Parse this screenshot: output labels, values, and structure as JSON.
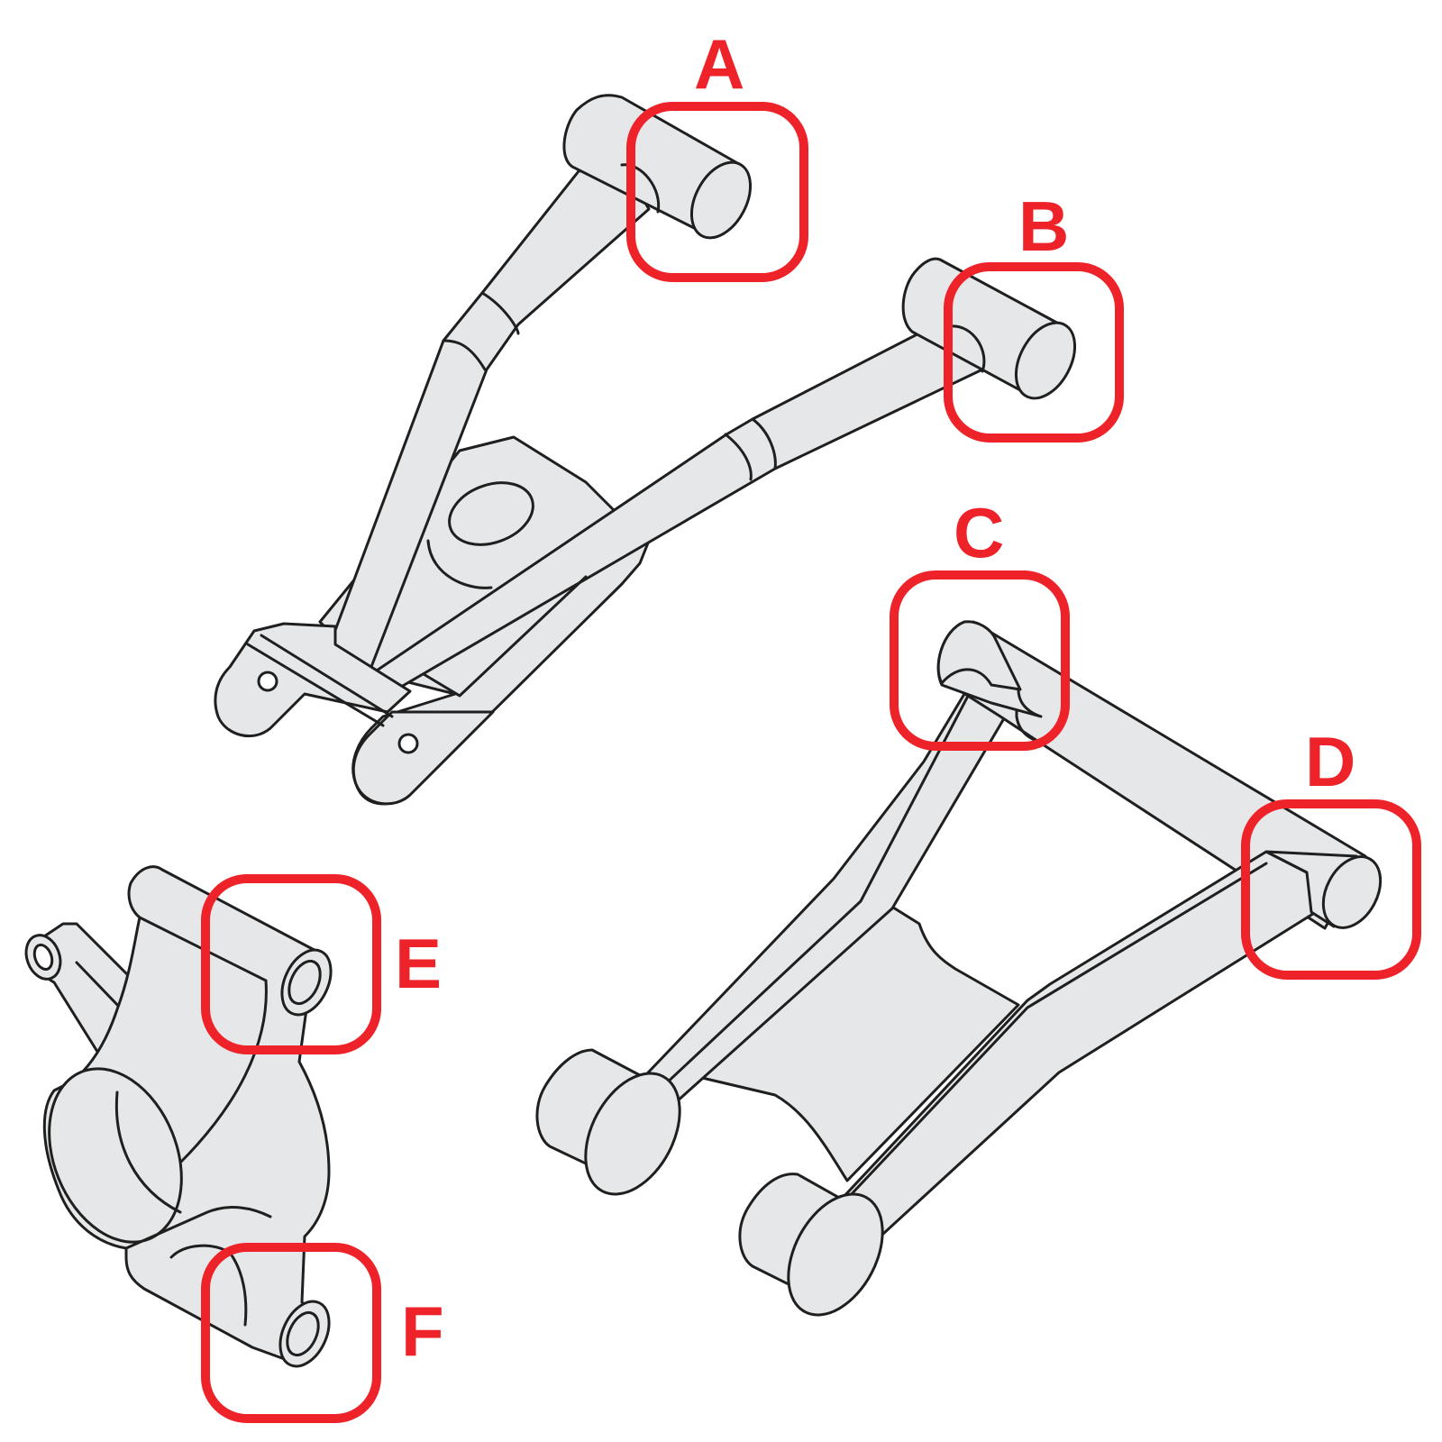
{
  "diagram": {
    "accent_color": "#ee2229",
    "part_fill": "#e6e7e8",
    "line_color": "#1f1f1f",
    "callouts": [
      {
        "id": "A",
        "label": "A"
      },
      {
        "id": "B",
        "label": "B"
      },
      {
        "id": "C",
        "label": "C"
      },
      {
        "id": "D",
        "label": "D"
      },
      {
        "id": "E",
        "label": "E"
      },
      {
        "id": "F",
        "label": "F"
      }
    ]
  }
}
